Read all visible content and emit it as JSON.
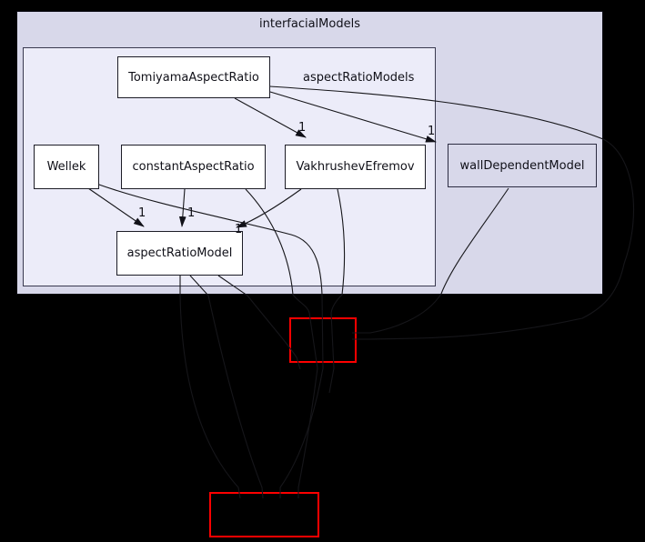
{
  "clusters": {
    "outer": {
      "label": "interfacialModels"
    },
    "inner": {
      "label": "aspectRatioModels"
    }
  },
  "nodes": {
    "tomiyama": {
      "label": "TomiyamaAspectRatio"
    },
    "wellek": {
      "label": "Wellek"
    },
    "constant": {
      "label": "constantAspectRatio"
    },
    "vakhrushev": {
      "label": "VakhrushevEfremov"
    },
    "wall_dependent": {
      "label": "wallDependentModel"
    },
    "aspect_ratio_model": {
      "label": "aspectRatioModel"
    }
  },
  "edge_labels": {
    "tomiyama_to_vakhrushev": "1",
    "tomiyama_to_wall_dependent": "1",
    "wellek_to_aspect_ratio_model": "1",
    "constant_to_aspect_ratio_model": "1",
    "vakhrushev_to_aspect_ratio_model": "1"
  },
  "colors": {
    "background": "#000000",
    "outer_cluster_fill": "#d8d8ea",
    "inner_cluster_fill": "#ececf9",
    "node_fill": "#ffffff",
    "wall_dependent_fill": "#d8d8ea",
    "edge_color": "#16161a",
    "external_node_border": "#ff0000"
  }
}
